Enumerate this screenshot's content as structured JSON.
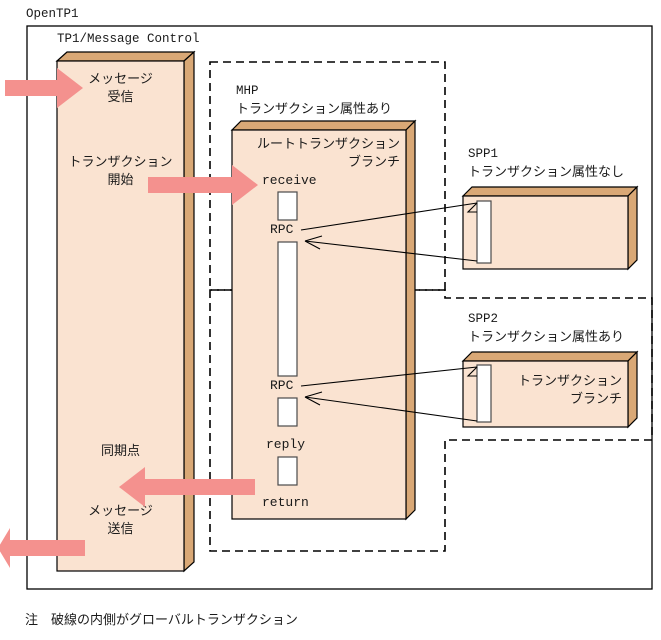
{
  "diagram": {
    "outer_label": "OpenTP1",
    "note": "注　破線の内側がグローバルトランザクション",
    "colors": {
      "box_front": "#fae3d1",
      "box_top": "#d9a876",
      "box_side": "#d9a876",
      "arrow_pink": "#f4918e",
      "outline": "#000000",
      "white_bar": "#ffffff"
    },
    "tp1": {
      "title": "TP1/Message Control",
      "step_receive_line1": "メッセージ",
      "step_receive_line2": "受信",
      "step_txn_line1": "トランザクション",
      "step_txn_line2": "開始",
      "step_sync": "同期点",
      "step_send_line1": "メッセージ",
      "step_send_line2": "送信"
    },
    "mhp": {
      "name": "MHP",
      "attr": "トランザクション属性あり",
      "branch_line1": "ルートトランザクション",
      "branch_line2": "ブランチ",
      "calls": {
        "receive": "receive",
        "rpc1": "RPC",
        "rpc2": "RPC",
        "reply": "reply",
        "return": "return"
      }
    },
    "spp1": {
      "name": "SPP1",
      "attr": "トランザクション属性なし"
    },
    "spp2": {
      "name": "SPP2",
      "attr": "トランザクション属性あり",
      "branch_line1": "トランザクション",
      "branch_line2": "ブランチ"
    }
  }
}
